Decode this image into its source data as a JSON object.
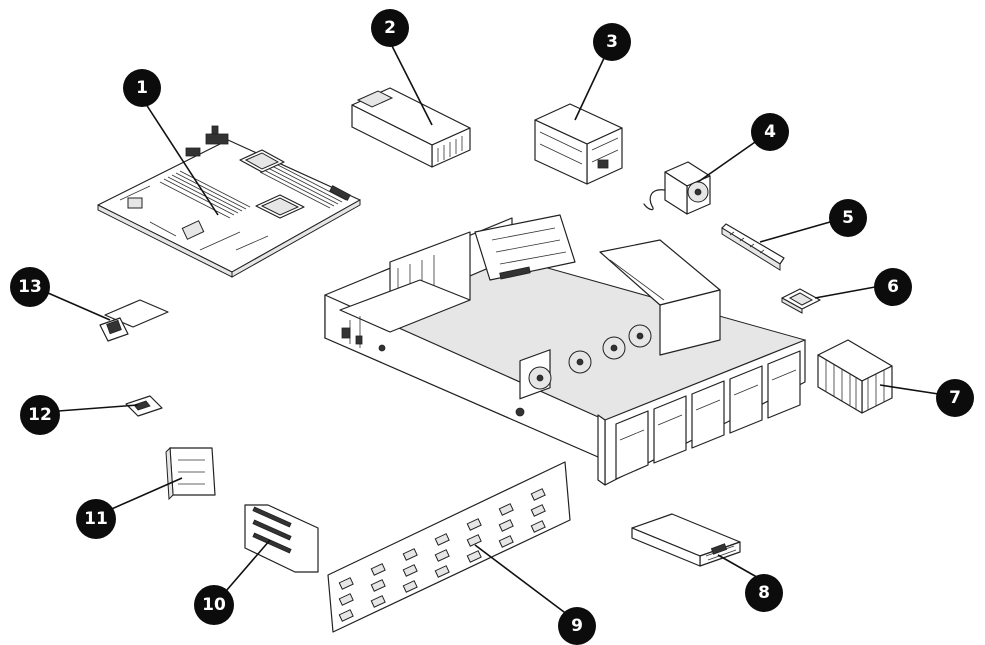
{
  "callouts": [
    {
      "id": "1",
      "label": "1"
    },
    {
      "id": "2",
      "label": "2"
    },
    {
      "id": "3",
      "label": "3"
    },
    {
      "id": "4",
      "label": "4"
    },
    {
      "id": "5",
      "label": "5"
    },
    {
      "id": "6",
      "label": "6"
    },
    {
      "id": "7",
      "label": "7"
    },
    {
      "id": "8",
      "label": "8"
    },
    {
      "id": "9",
      "label": "9"
    },
    {
      "id": "10",
      "label": "10"
    },
    {
      "id": "11",
      "label": "11"
    },
    {
      "id": "12",
      "label": "12"
    },
    {
      "id": "13",
      "label": "13"
    }
  ],
  "colors": {
    "line": "#222222",
    "badge": "#0c0c0c",
    "badge_text": "#ffffff",
    "background": "#ffffff"
  }
}
